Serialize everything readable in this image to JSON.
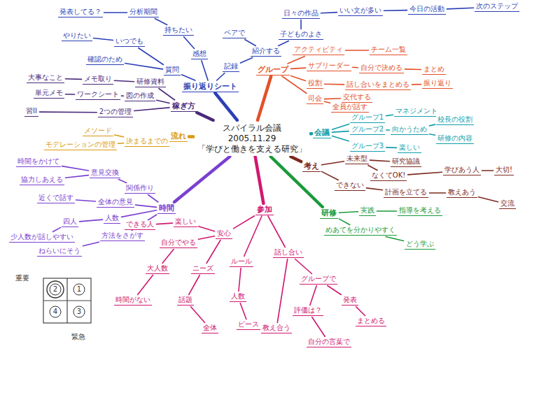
{
  "diagram": {
    "nodes": [
      {
        "text": [
          "スパイラル会議",
          "2005.11.29",
          "「学びと働きを支える研究」"
        ]
      },
      {
        "text": [
          "振り返りシート"
        ]
      },
      {
        "text": [
          "質問"
        ]
      },
      {
        "text": [
          "確認のため"
        ]
      },
      {
        "text": [
          "いつでも"
        ]
      },
      {
        "text": [
          "やりたい"
        ]
      },
      {
        "text": [
          "感想"
        ]
      },
      {
        "text": [
          "持ちたい"
        ]
      },
      {
        "text": [
          "分析期間"
        ]
      },
      {
        "text": [
          "発表してる？"
        ]
      },
      {
        "text": [
          "記録"
        ]
      },
      {
        "text": [
          "紹介する"
        ]
      },
      {
        "text": [
          "ペアで"
        ]
      },
      {
        "text": [
          "子どものよさ"
        ]
      },
      {
        "text": [
          "日々の作品"
        ]
      },
      {
        "text": [
          "いい文が多い"
        ]
      },
      {
        "text": [
          "今日の活動"
        ]
      },
      {
        "text": [
          "次のステップ"
        ]
      },
      {
        "text": [
          "稼ぎ方"
        ]
      },
      {
        "text": [
          "研修資料"
        ]
      },
      {
        "text": [
          "メモ取り"
        ]
      },
      {
        "text": [
          "大事なこと"
        ]
      },
      {
        "text": [
          "図の作成"
        ]
      },
      {
        "text": [
          "ワークシート"
        ]
      },
      {
        "text": [
          "単元メモ"
        ]
      },
      {
        "text": [
          "2つの管理"
        ]
      },
      {
        "text": [
          "習II"
        ]
      },
      {
        "text": [
          "流れ"
        ]
      },
      {
        "text": [
          "決まるまでの"
        ]
      },
      {
        "text": [
          "メソード"
        ]
      },
      {
        "text": [
          "モデレーションの管理"
        ]
      },
      {
        "text": [
          "時間"
        ]
      },
      {
        "text": [
          "関係作り"
        ]
      },
      {
        "text": [
          "意見交換"
        ]
      },
      {
        "text": [
          "時間をかけて"
        ]
      },
      {
        "text": [
          "協力しあえる"
        ]
      },
      {
        "text": [
          "全体の意見"
        ]
      },
      {
        "text": [
          "近くで話す"
        ]
      },
      {
        "text": [
          "人数"
        ]
      },
      {
        "text": [
          "四人"
        ]
      },
      {
        "text": [
          "少人数が話しやすい"
        ]
      },
      {
        "text": [
          "方法をさがす"
        ]
      },
      {
        "text": [
          "ねらいにそう"
        ]
      },
      {
        "text": [
          "グループ"
        ]
      },
      {
        "text": [
          "アクティビティ"
        ]
      },
      {
        "text": [
          "チーム一覧"
        ]
      },
      {
        "text": [
          "サブリーダー"
        ]
      },
      {
        "text": [
          "自分で決める"
        ]
      },
      {
        "text": [
          "まとめ"
        ]
      },
      {
        "text": [
          "役割"
        ]
      },
      {
        "text": [
          "話し合いをまとめる"
        ]
      },
      {
        "text": [
          "振り返り"
        ]
      },
      {
        "text": [
          "司会"
        ]
      },
      {
        "text": [
          "交代する"
        ]
      },
      {
        "text": [
          "全員が話す"
        ]
      },
      {
        "text": [
          "会議"
        ]
      },
      {
        "text": [
          "グループ1"
        ]
      },
      {
        "text": [
          "マネジメント"
        ]
      },
      {
        "text": [
          "グループ2"
        ]
      },
      {
        "text": [
          "向かうため"
        ]
      },
      {
        "text": [
          "校長の役割"
        ]
      },
      {
        "text": [
          "研修の内容"
        ]
      },
      {
        "text": [
          "グループ3"
        ]
      },
      {
        "text": [
          "楽しい"
        ]
      },
      {
        "text": [
          "考え"
        ]
      },
      {
        "text": [
          "未来型"
        ]
      },
      {
        "text": [
          "研究協議"
        ]
      },
      {
        "text": [
          "なくてOK!"
        ]
      },
      {
        "text": [
          "学びあう人"
        ]
      },
      {
        "text": [
          "大切!"
        ]
      },
      {
        "text": [
          "できない"
        ]
      },
      {
        "text": [
          "計画を立てる"
        ]
      },
      {
        "text": [
          "教えあう"
        ]
      },
      {
        "text": [
          "交流"
        ]
      },
      {
        "text": [
          "研修"
        ]
      },
      {
        "text": [
          "実践"
        ]
      },
      {
        "text": [
          "指導を考える"
        ]
      },
      {
        "text": [
          "めあてを分かりやすく"
        ]
      },
      {
        "text": [
          "どう学ぶ"
        ]
      },
      {
        "text": [
          "参加"
        ]
      },
      {
        "text": [
          "安心"
        ]
      },
      {
        "text": [
          "楽しい"
        ]
      },
      {
        "text": [
          "できる人"
        ]
      },
      {
        "text": [
          "自分でやる"
        ]
      },
      {
        "text": [
          "大人数"
        ]
      },
      {
        "text": [
          "時間がない"
        ]
      },
      {
        "text": [
          "ニーズ"
        ]
      },
      {
        "text": [
          "話題"
        ]
      },
      {
        "text": [
          "全体"
        ]
      },
      {
        "text": [
          "ルール"
        ]
      },
      {
        "text": [
          "人数"
        ]
      },
      {
        "text": [
          "ピース"
        ]
      },
      {
        "text": [
          "話し合い"
        ]
      },
      {
        "text": [
          "グループで"
        ]
      },
      {
        "text": [
          "発表"
        ]
      },
      {
        "text": [
          "まとめる"
        ]
      },
      {
        "text": [
          "評価は？"
        ]
      },
      {
        "text": [
          "自分の言葉で"
        ]
      },
      {
        "text": [
          "教え合う"
        ]
      }
    ],
    "edges": [
      {
        "from": 0,
        "to": 1,
        "arrow": "none"
      },
      {
        "from": 1,
        "to": 2,
        "arrow": "none"
      },
      {
        "from": 2,
        "to": 3,
        "arrow": "none"
      },
      {
        "from": 2,
        "to": 4,
        "arrow": "none"
      },
      {
        "from": 4,
        "to": 5,
        "arrow": "none"
      },
      {
        "from": 1,
        "to": 6,
        "arrow": "none"
      },
      {
        "from": 6,
        "to": 7,
        "arrow": "none"
      },
      {
        "from": 7,
        "to": 8,
        "arrow": "none"
      },
      {
        "from": 8,
        "to": 9,
        "arrow": "none"
      },
      {
        "from": 1,
        "to": 10,
        "arrow": "none"
      },
      {
        "from": 10,
        "to": 11,
        "arrow": "none"
      },
      {
        "from": 11,
        "to": 12,
        "arrow": "none"
      },
      {
        "from": 11,
        "to": 13,
        "arrow": "none"
      },
      {
        "from": 13,
        "to": 14,
        "arrow": "none"
      },
      {
        "from": 14,
        "to": 15,
        "arrow": "none"
      },
      {
        "from": 15,
        "to": 16,
        "arrow": "none"
      },
      {
        "from": 16,
        "to": 17,
        "arrow": "none"
      },
      {
        "from": 0,
        "to": 18,
        "arrow": "none"
      },
      {
        "from": 18,
        "to": 19,
        "arrow": "none"
      },
      {
        "from": 19,
        "to": 20,
        "arrow": "none"
      },
      {
        "from": 20,
        "to": 21,
        "arrow": "none"
      },
      {
        "from": 18,
        "to": 22,
        "arrow": "none"
      },
      {
        "from": 22,
        "to": 23,
        "arrow": "none"
      },
      {
        "from": 23,
        "to": 24,
        "arrow": "none"
      },
      {
        "from": 18,
        "to": 25,
        "arrow": "none"
      },
      {
        "from": 25,
        "to": 26,
        "arrow": "none"
      },
      {
        "from": 0,
        "to": 27,
        "arrow": "none"
      },
      {
        "from": 27,
        "to": 28,
        "arrow": "none"
      },
      {
        "from": 28,
        "to": 29,
        "arrow": "none"
      },
      {
        "from": 28,
        "to": 30,
        "arrow": "none"
      },
      {
        "from": 0,
        "to": 31,
        "arrow": "none"
      },
      {
        "from": 31,
        "to": 32,
        "arrow": "none"
      },
      {
        "from": 32,
        "to": 33,
        "arrow": "none"
      },
      {
        "from": 33,
        "to": 34,
        "arrow": "none"
      },
      {
        "from": 33,
        "to": 35,
        "arrow": "none"
      },
      {
        "from": 31,
        "to": 36,
        "arrow": "none"
      },
      {
        "from": 36,
        "to": 37,
        "arrow": "none"
      },
      {
        "from": 31,
        "to": 38,
        "arrow": "none"
      },
      {
        "from": 38,
        "to": 39,
        "arrow": "none"
      },
      {
        "from": 39,
        "to": 40,
        "arrow": "none"
      },
      {
        "from": 31,
        "to": 41,
        "arrow": "none"
      },
      {
        "from": 41,
        "to": 42,
        "arrow": "none"
      },
      {
        "from": 0,
        "to": 43,
        "arrow": "none"
      },
      {
        "from": 43,
        "to": 44,
        "arrow": "none"
      },
      {
        "from": 44,
        "to": 45,
        "arrow": "none"
      },
      {
        "from": 43,
        "to": 46,
        "arrow": "none"
      },
      {
        "from": 46,
        "to": 47,
        "arrow": "none"
      },
      {
        "from": 47,
        "to": 48,
        "arrow": "none"
      },
      {
        "from": 43,
        "to": 49,
        "arrow": "none"
      },
      {
        "from": 49,
        "to": 50,
        "arrow": "none"
      },
      {
        "from": 50,
        "to": 51,
        "arrow": "none"
      },
      {
        "from": 43,
        "to": 52,
        "arrow": "none"
      },
      {
        "from": 52,
        "to": 53,
        "arrow": "none"
      },
      {
        "from": 52,
        "to": 54,
        "arrow": "none"
      },
      {
        "from": 0,
        "to": 55,
        "arrow": "none"
      },
      {
        "from": 55,
        "to": 56,
        "arrow": "none"
      },
      {
        "from": 56,
        "to": 57,
        "arrow": "none"
      },
      {
        "from": 55,
        "to": 58,
        "arrow": "none"
      },
      {
        "from": 58,
        "to": 59,
        "arrow": "none"
      },
      {
        "from": 59,
        "to": 60,
        "arrow": "none"
      },
      {
        "from": 59,
        "to": 61,
        "arrow": "none"
      },
      {
        "from": 55,
        "to": 62,
        "arrow": "none"
      },
      {
        "from": 62,
        "to": 63,
        "arrow": "none"
      },
      {
        "from": 0,
        "to": 64,
        "arrow": "none"
      },
      {
        "from": 64,
        "to": 65,
        "arrow": "none"
      },
      {
        "from": 65,
        "to": 66,
        "arrow": "none"
      },
      {
        "from": 65,
        "to": 67,
        "arrow": "none"
      },
      {
        "from": 67,
        "to": 68,
        "arrow": "none"
      },
      {
        "from": 68,
        "to": 69,
        "arrow": "none"
      },
      {
        "from": 64,
        "to": 70,
        "arrow": "none"
      },
      {
        "from": 70,
        "to": 71,
        "arrow": "none"
      },
      {
        "from": 71,
        "to": 72,
        "arrow": "none"
      },
      {
        "from": 72,
        "to": 73,
        "arrow": "none"
      },
      {
        "from": 0,
        "to": 74,
        "arrow": "none"
      },
      {
        "from": 74,
        "to": 75,
        "arrow": "none"
      },
      {
        "from": 75,
        "to": 76,
        "arrow": "none"
      },
      {
        "from": 74,
        "to": 77,
        "arrow": "none"
      },
      {
        "from": 77,
        "to": 78,
        "arrow": "none"
      },
      {
        "from": 0,
        "to": 79,
        "arrow": "none"
      },
      {
        "from": 79,
        "to": 80,
        "arrow": "none"
      },
      {
        "from": 80,
        "to": 81,
        "arrow": "none"
      },
      {
        "from": 81,
        "to": 82,
        "arrow": "none"
      },
      {
        "from": 80,
        "to": 83,
        "arrow": "none"
      },
      {
        "from": 83,
        "to": 84,
        "arrow": "none"
      },
      {
        "from": 84,
        "to": 85,
        "arrow": "none"
      },
      {
        "from": 80,
        "to": 86,
        "arrow": "none"
      },
      {
        "from": 86,
        "to": 87,
        "arrow": "none"
      },
      {
        "from": 87,
        "to": 88,
        "arrow": "none"
      },
      {
        "from": 79,
        "to": 89,
        "arrow": "none"
      },
      {
        "from": 89,
        "to": 90,
        "arrow": "none"
      },
      {
        "from": 90,
        "to": 91,
        "arrow": "none"
      },
      {
        "from": 79,
        "to": 92,
        "arrow": "none"
      },
      {
        "from": 92,
        "to": 93,
        "arrow": "none"
      },
      {
        "from": 93,
        "to": 94,
        "arrow": "none"
      },
      {
        "from": 94,
        "to": 95,
        "arrow": "none"
      },
      {
        "from": 93,
        "to": 96,
        "arrow": "none"
      },
      {
        "from": 96,
        "to": 97,
        "arrow": "none"
      },
      {
        "from": 92,
        "to": 98,
        "arrow": "none"
      }
    ],
    "labels": [
      "重要",
      "2",
      "1",
      "4",
      "3",
      "緊急"
    ]
  }
}
